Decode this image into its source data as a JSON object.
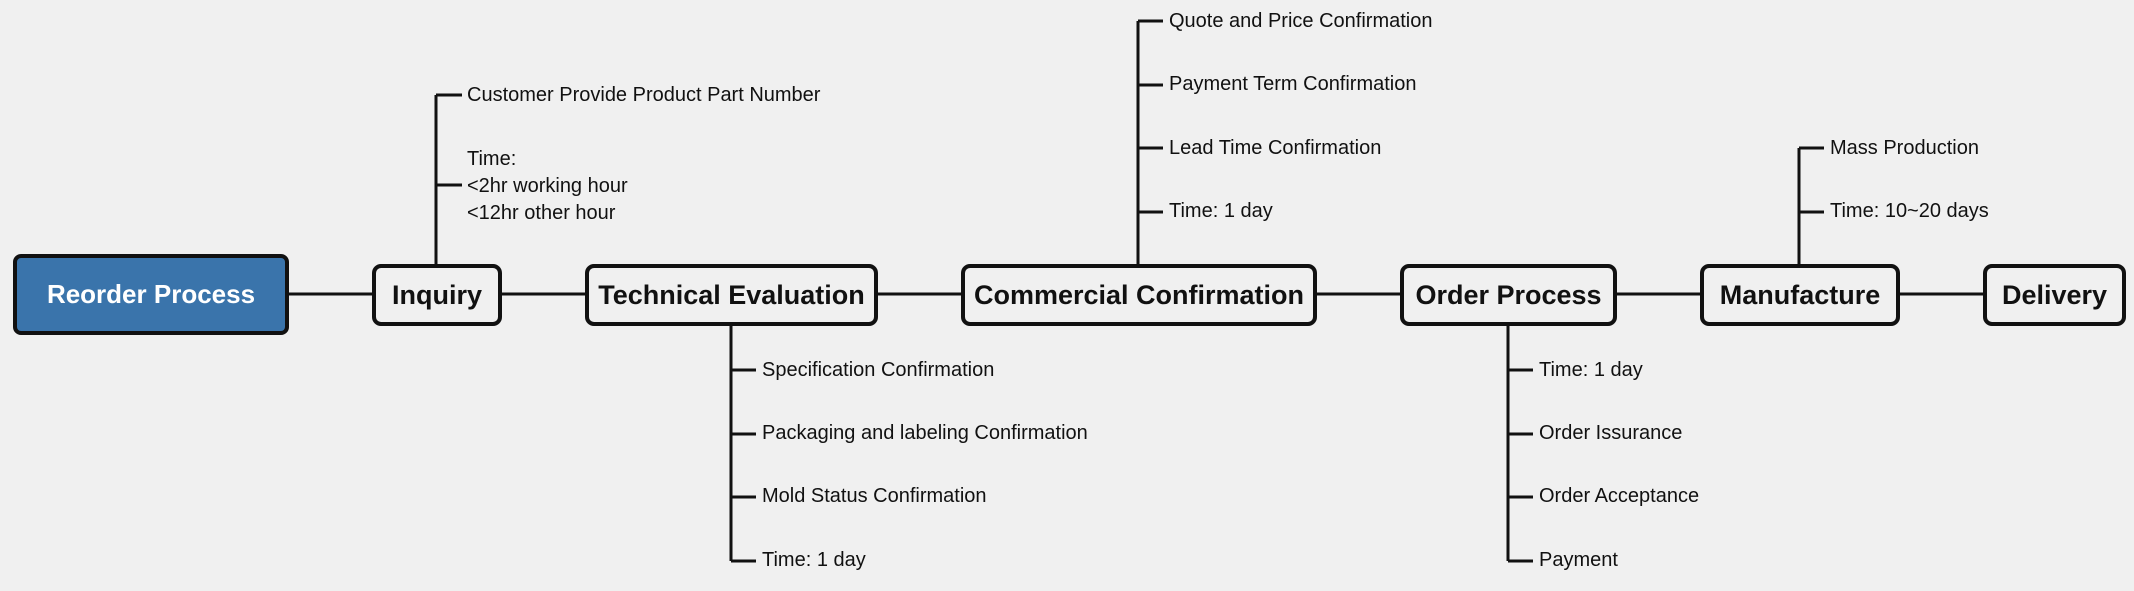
{
  "root": {
    "label": "Reorder Process",
    "color": "#3a74ab"
  },
  "line_color": "#111111",
  "stages": [
    {
      "key": "inquiry",
      "label": "Inquiry",
      "notes": [
        {
          "lines": [
            "Customer Provide Product Part Number"
          ]
        },
        {
          "lines": [
            "Time:",
            "<2hr working hour",
            "<12hr other hour"
          ]
        }
      ]
    },
    {
      "key": "technical",
      "label": "Technical Evaluation",
      "notes": [
        {
          "lines": [
            "Specification Confirmation"
          ]
        },
        {
          "lines": [
            "Packaging and labeling Confirmation"
          ]
        },
        {
          "lines": [
            "Mold Status Confirmation"
          ]
        },
        {
          "lines": [
            "Time: 1 day"
          ]
        }
      ]
    },
    {
      "key": "commercial",
      "label": "Commercial Confirmation",
      "notes": [
        {
          "lines": [
            "Quote and Price Confirmation"
          ]
        },
        {
          "lines": [
            "Payment Term Confirmation"
          ]
        },
        {
          "lines": [
            "Lead Time Confirmation"
          ]
        },
        {
          "lines": [
            "Time: 1 day"
          ]
        }
      ]
    },
    {
      "key": "order",
      "label": "Order Process",
      "notes": [
        {
          "lines": [
            "Time: 1 day"
          ]
        },
        {
          "lines": [
            "Order Issurance"
          ]
        },
        {
          "lines": [
            "Order Acceptance"
          ]
        },
        {
          "lines": [
            "Payment"
          ]
        }
      ]
    },
    {
      "key": "manufacture",
      "label": "Manufacture",
      "notes": [
        {
          "lines": [
            "Mass Production"
          ]
        },
        {
          "lines": [
            "Time: 10~20 days"
          ]
        }
      ]
    },
    {
      "key": "delivery",
      "label": "Delivery",
      "notes": []
    }
  ]
}
